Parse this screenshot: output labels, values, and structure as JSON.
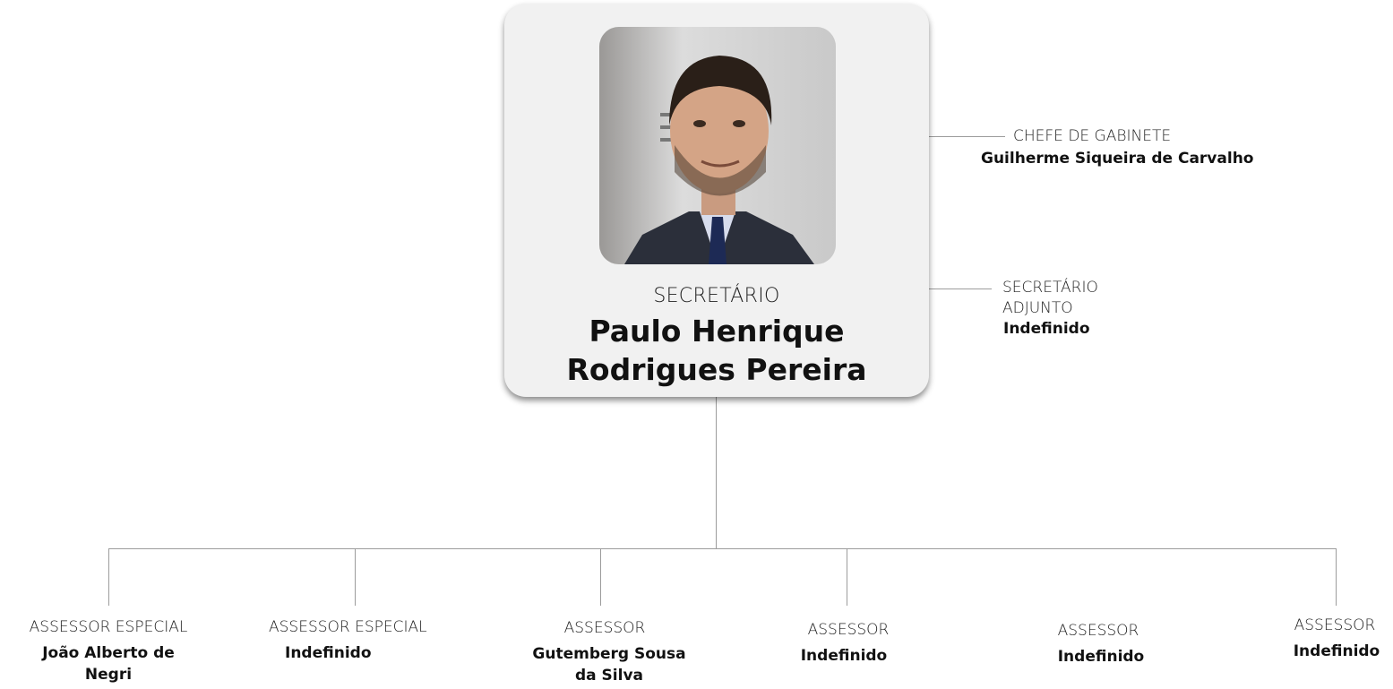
{
  "secretary": {
    "role": "SECRETÁRIO",
    "name_line1": "Paulo Henrique",
    "name_line2": "Rodrigues Pereira"
  },
  "chief_of_staff": {
    "role": "CHEFE DE GABINETE",
    "name": "Guilherme Siqueira de Carvalho"
  },
  "deputy_secretary": {
    "role_line1": "SECRETÁRIO",
    "role_line2": "ADJUNTO",
    "name": "Indefinido"
  },
  "advisors": [
    {
      "role": "ASSESSOR ESPECIAL",
      "name_line1": "João Alberto de",
      "name_line2": "Negri"
    },
    {
      "role": "ASSESSOR ESPECIAL",
      "name_line1": "Indefinido",
      "name_line2": ""
    },
    {
      "role": "ASSESSOR",
      "name_line1": "Gutemberg Sousa",
      "name_line2": "da Silva"
    },
    {
      "role": "ASSESSOR",
      "name_line1": "Indefinido",
      "name_line2": ""
    },
    {
      "role": "ASSESSOR",
      "name_line1": "Indefinido",
      "name_line2": ""
    },
    {
      "role": "ASSESSOR",
      "name_line1": "Indefinido",
      "name_line2": ""
    }
  ]
}
